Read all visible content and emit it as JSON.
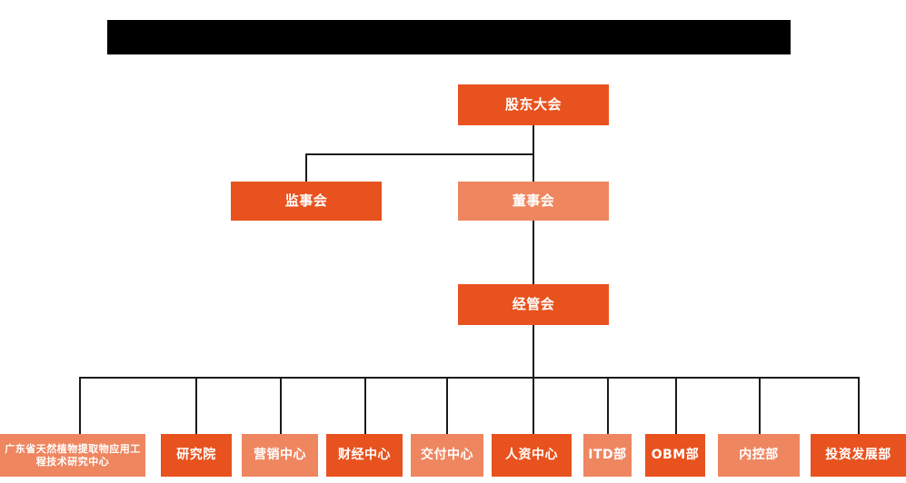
{
  "diagram": {
    "title_bar": {
      "name": "redacted-title-bar",
      "text": ""
    },
    "colors": {
      "dark_orange": "#E8521E",
      "light_orange": "#EE8660",
      "connector": "#1a1a1a",
      "background": "#ffffff",
      "text": "#ffffff"
    },
    "levels": [
      {
        "level": 1,
        "nodes": [
          {
            "id": "shareholders-meeting",
            "label": "股东大会",
            "shade": "dark"
          }
        ]
      },
      {
        "level": 2,
        "nodes": [
          {
            "id": "board-of-supervisors",
            "label": "监事会",
            "shade": "dark"
          },
          {
            "id": "board-of-directors",
            "label": "董事会",
            "shade": "light"
          }
        ]
      },
      {
        "level": 3,
        "nodes": [
          {
            "id": "management-committee",
            "label": "经管会",
            "shade": "dark"
          }
        ]
      },
      {
        "level": 4,
        "nodes": [
          {
            "id": "gd-plant-extract-center",
            "label": "广东省天然植物提取物应用工程技术研究中心",
            "shade": "light"
          },
          {
            "id": "research-institute",
            "label": "研究院",
            "shade": "dark"
          },
          {
            "id": "marketing-center",
            "label": "营销中心",
            "shade": "light"
          },
          {
            "id": "finance-center",
            "label": "财经中心",
            "shade": "dark"
          },
          {
            "id": "delivery-center",
            "label": "交付中心",
            "shade": "light"
          },
          {
            "id": "hr-center",
            "label": "人资中心",
            "shade": "dark"
          },
          {
            "id": "itd-department",
            "label": "ITD部",
            "shade": "light"
          },
          {
            "id": "obm-department",
            "label": "OBM部",
            "shade": "dark"
          },
          {
            "id": "internal-control-department",
            "label": "内控部",
            "shade": "light"
          },
          {
            "id": "investment-development-department",
            "label": "投资发展部",
            "shade": "dark"
          }
        ]
      }
    ]
  }
}
